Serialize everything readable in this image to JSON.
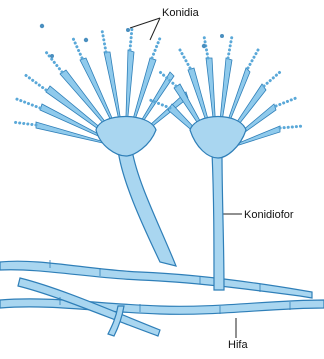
{
  "labels": {
    "konidia": "Konidia",
    "konidiofor": "Konidiofor",
    "hifa": "Hifa"
  },
  "colors": {
    "fill": "#a9d6f0",
    "fill_dark": "#7fc0e6",
    "stroke": "#2f7fb8",
    "conidia": "#5aa8d8",
    "leader": "#222222"
  }
}
